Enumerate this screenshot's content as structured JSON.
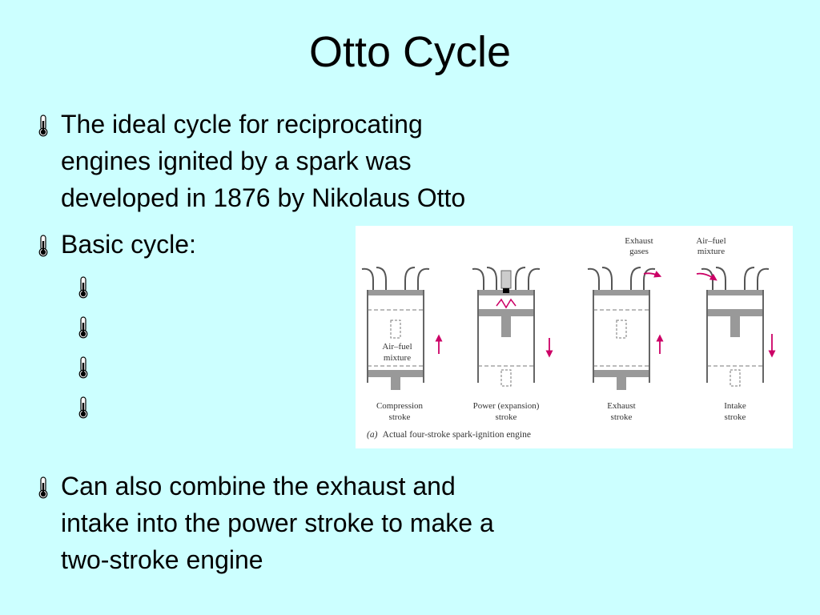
{
  "title": "Otto Cycle",
  "bullets": [
    {
      "lines": [
        "The ideal cycle for reciprocating",
        "engines ignited by a spark was",
        "developed in 1876 by Nikolaus Otto"
      ]
    },
    {
      "lines": [
        "Basic cycle:"
      ]
    },
    {
      "lines": [
        "Can also combine the exhaust and",
        "intake into the power stroke to make a",
        "two-stroke engine"
      ]
    }
  ],
  "bullet_icon": "thermometer-icon",
  "colors": {
    "background": "#ccffff",
    "arrow": "#cc0066"
  },
  "figure": {
    "top_labels": {
      "exhaust": [
        "Exhaust",
        "gases"
      ],
      "intake": [
        "Air–fuel",
        "mixture"
      ]
    },
    "inner_label": [
      "Air–fuel",
      "mixture"
    ],
    "strokes": [
      {
        "lines": [
          "Compression",
          "stroke"
        ]
      },
      {
        "lines": [
          "Power (expansion)",
          "stroke"
        ]
      },
      {
        "lines": [
          "Exhaust",
          "stroke"
        ]
      },
      {
        "lines": [
          "Intake",
          "stroke"
        ]
      }
    ],
    "caption_letter": "(a)",
    "caption": "Actual four-stroke spark-ignition engine"
  }
}
